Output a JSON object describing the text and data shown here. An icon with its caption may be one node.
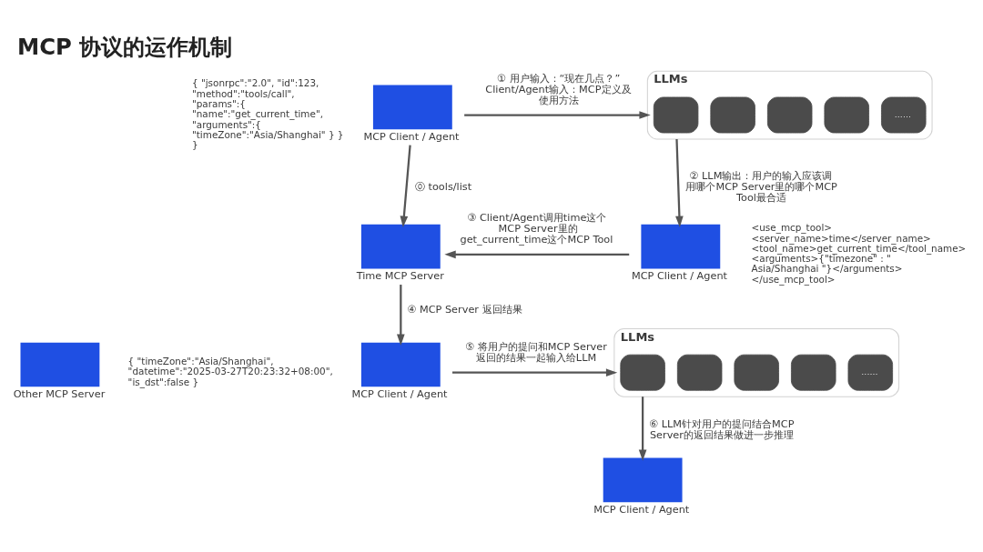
{
  "diagram": {
    "title": "MCP 协议的运作机制",
    "nodes": [
      {
        "text": [
          "MCP Client / Agent"
        ]
      },
      {
        "text": [
          "LLMs"
        ]
      },
      {
        "text": [],
        "shape": "box",
        "in": 1
      },
      {
        "text": [],
        "shape": "box",
        "in": 1
      },
      {
        "text": [],
        "shape": "box",
        "in": 1
      },
      {
        "text": [],
        "shape": "box",
        "in": 1
      },
      {
        "text": [
          "......"
        ],
        "in": 1
      },
      {
        "text": [
          "Time MCP Server"
        ]
      },
      {
        "text": [
          "MCP Client / Agent"
        ]
      },
      {
        "text": [
          "Other MCP Server"
        ]
      },
      {
        "text": [
          "MCP Client / Agent"
        ]
      },
      {
        "text": [
          "LLMs"
        ]
      },
      {
        "text": [],
        "shape": "box",
        "in": 11
      },
      {
        "text": [],
        "shape": "box",
        "in": 11
      },
      {
        "text": [],
        "shape": "box",
        "in": 11
      },
      {
        "text": [],
        "shape": "box",
        "in": 11
      },
      {
        "text": [
          "......"
        ],
        "in": 11
      },
      {
        "text": [
          "MCP Client / Agent"
        ]
      }
    ],
    "edges": [
      {
        "from": 0,
        "to": 7,
        "arrow": "to",
        "label": "⓪ tools/list"
      },
      {
        "from": 0,
        "to": 1,
        "arrow": "to",
        "label": "① 用户输入：“现在几点？” Client/Agent输入：MCP定义及使用方法"
      },
      {
        "from": 1,
        "to": 8,
        "arrow": "to",
        "label": "② LLM输出：用户的输入应该调用哪个MCP Server里的哪个MCP Tool最合适"
      },
      {
        "from": 8,
        "to": 7,
        "arrow": "to",
        "label": "③ Client/Agent调用time这个MCP Server里的get_current_time这个MCP Tool"
      },
      {
        "from": 7,
        "to": 10,
        "arrow": "to",
        "label": "④ MCP Server 返回结果"
      },
      {
        "from": 10,
        "to": 11,
        "arrow": "to",
        "label": "⑤ 将用户的提问和MCP Server返回的结果一起输入给LLM"
      },
      {
        "from": 11,
        "to": 17,
        "arrow": "to",
        "label": "⑥ LLM针对用户的提问结合MCP Server的返回结果做进一步推理"
      }
    ],
    "labels": [
      "{ \"jsonrpc\":\"2.0\", \"id\":123, \"method\":\"tools/call\", \"params\":{ \"name\":\"get_current_time\", \"arguments\":{ \"timeZone\":\"Asia/Shanghai\" } } }",
      "<use_mcp_tool> <server_name>time</server_name> <tool_name>get_current_time</tool_name> <arguments>{\"timezone\" : \" Asia/Shanghai \"}</arguments> </use_mcp_tool>",
      "{ \"timeZone\":\"Asia/Shanghai\", \"datetime\":\"2025-03-27T20:23:32+08:00\", \"is_dst\":false }"
    ]
  }
}
